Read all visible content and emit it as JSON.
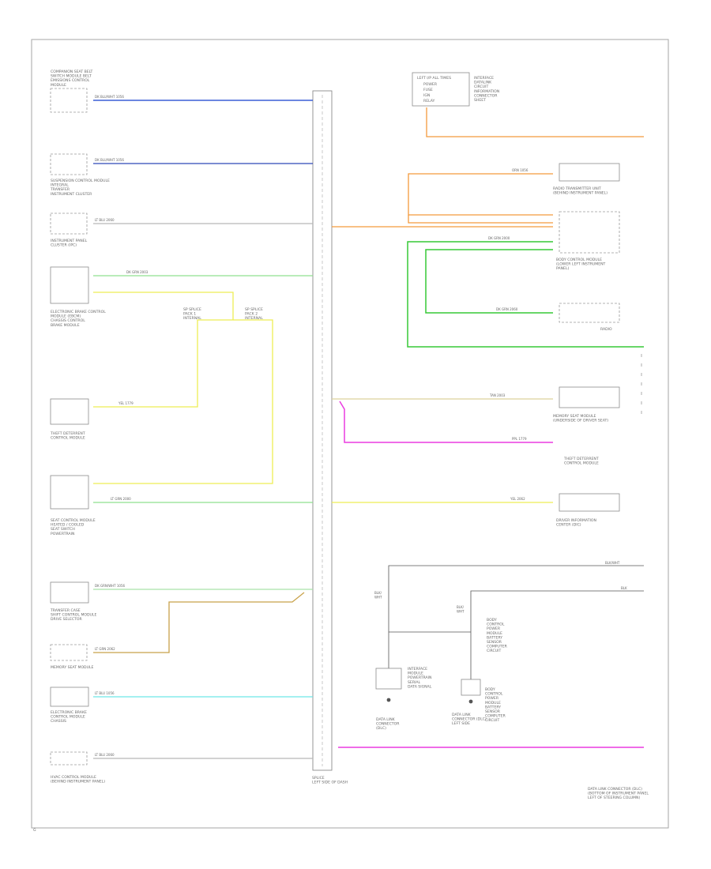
{
  "colors": {
    "blue": "#3a5fd6",
    "navy": "#2e47b8",
    "gray": "#b7b7b7",
    "green": "#37c837",
    "lightgreen": "#8fe08f",
    "yellow": "#eeee55",
    "orange": "#f39a3c",
    "magenta": "#ea3ce0",
    "tan": "#dcd29c",
    "olive": "#c8a24a",
    "cyan": "#6de6e6",
    "black": "#333333"
  },
  "left_modules": [
    {
      "label": "COMPANION SEAT BELT\nSWITCH MODULE BELT\nEMISSIONS CONTROL\nMODULE",
      "wire": "DK BLU/WHT  1056"
    },
    {
      "label": "SUSPENSION CONTROL MODULE\nINTEGRAL\nTRANSFER\nINSTRUMENT CLUSTER",
      "wire": "DK BLU/WHT  1056"
    },
    {
      "label": "INSTRUMENT PANEL\nCLUSTER (IPC)",
      "wire": "LT BLU  2060"
    },
    {
      "label": "ELECTRONIC BRAKE CONTROL\nMODULE (EBCM)\nCHASSIS CONTROL\nBRAKE MODULE",
      "wire": "DK GRN  2003"
    },
    {
      "label": "THEFT DETERRENT\nCONTROL MODULE",
      "wire": "YEL  1779"
    },
    {
      "label": "SEAT CONTROL MODULE\nHEATED / COOLED\nSEAT SWITCH\nPOWERTRAIN",
      "wire": "LT GRN  2000"
    },
    {
      "label": "TRANSFER CASE\nSHIFT CONTROL MODULE\nDRIVE SELECTOR",
      "wire": "DK GRN/WHT  1056"
    },
    {
      "label": "MEMORY SEAT MODULE",
      "wire": "LT GRN  2062"
    },
    {
      "label": "ELECTRONIC BRAKE\nCONTROL MODULE\nCHASSIS",
      "wire": "LT BLU  1056"
    },
    {
      "label": "HVAC CONTROL MODULE\n(BEHIND INSTRUMENT PANEL)",
      "wire": "LT BLU  2060"
    }
  ],
  "splice_labels": [
    "SP SPLICE\nPACK 1\nINTERNAL",
    "SP SPLICE\nPACK 2\nINTERNAL"
  ],
  "junction_label": "SPLICE\nLEFT SIDE OF DASH",
  "top_right_box": {
    "label": "LEFT I/P ALL TIMES",
    "items": [
      "POWER",
      "FUSE",
      "IGN",
      "RELAY"
    ],
    "notes": "INTERFACE\nDATALINK\nCIRCUIT\nINFORMATION\nCONNECTOR\nSHEET"
  },
  "right_modules": [
    {
      "label": "RADIO TRANSMITTER UNIT\n(BEHIND INSTRUMENT PANEL)",
      "wire": "ORN  1056"
    },
    {
      "label": "BODY CONTROL MODULE\n(LOWER LEFT INSTRUMENT\nPANEL)",
      "wire": "DK GRN  2000"
    },
    {
      "label": "RADIO",
      "wire": "DK GRN  2060"
    },
    {
      "label": "MEMORY SEAT MODULE\n(UNDERSIDE OF DRIVER SEAT)",
      "wire": "TAN  2003"
    },
    {
      "label": "THEFT DETERRENT\nCONTROL MODULE",
      "wire": "PPL  1779"
    },
    {
      "label": "DRIVER INFORMATION\nCENTER (DIC)",
      "wire": "YEL  2062"
    }
  ],
  "bottom_right": {
    "wire_labels": [
      "BLK/WHT",
      "BLK"
    ],
    "left_fuse_label": "BLK/\nWHT",
    "right_fuse_label": "BLK/\nWHT",
    "module_a_label": "DATA LINK\nCONNECTOR\n(DLC)",
    "module_b_label": "DATA LINK\nCONNECTOR (DLC)\nLEFT SIDE",
    "side_notes": "BODY\nCONTROL\nPOWER\nMODULE\nBATTERY\nSENSOR\nCOMPUTER\nCIRCUIT",
    "center_notes": "INTERFACE\nMODULE\nPOWERTRAIN\nSERIAL\nDATA SIGNAL",
    "bottom_label": "DATA LINK CONNECTOR (DLC)\n(BOTTOM OF INSTRUMENT PANEL\nLEFT OF STEERING COLUMN)"
  },
  "corner_mark": "G"
}
